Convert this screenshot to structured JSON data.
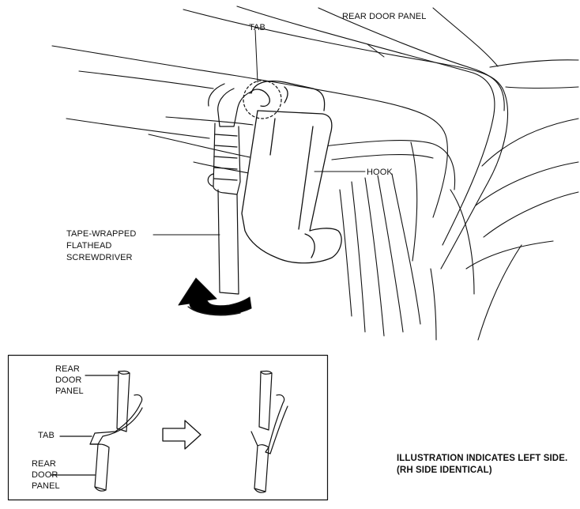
{
  "main_labels": {
    "rear_door_panel": "REAR DOOR PANEL",
    "tab": "TAB",
    "hook": "HOOK",
    "screwdriver_line1": "TAPE-WRAPPED",
    "screwdriver_line2": "FLATHEAD",
    "screwdriver_line3": "SCREWDRIVER"
  },
  "inset_labels": {
    "top_panel_line1": "REAR",
    "top_panel_line2": "DOOR",
    "top_panel_line3": "PANEL",
    "tab": "TAB",
    "bottom_panel_line1": "REAR",
    "bottom_panel_line2": "DOOR",
    "bottom_panel_line3": "PANEL"
  },
  "note": {
    "line1": "ILLUSTRATION INDICATES LEFT SIDE.",
    "line2": "(RH SIDE IDENTICAL)"
  },
  "icons": {
    "direction_arrow": "hollow-right-arrow-icon",
    "rotation_arrow": "curved-rotation-arrow-icon"
  }
}
